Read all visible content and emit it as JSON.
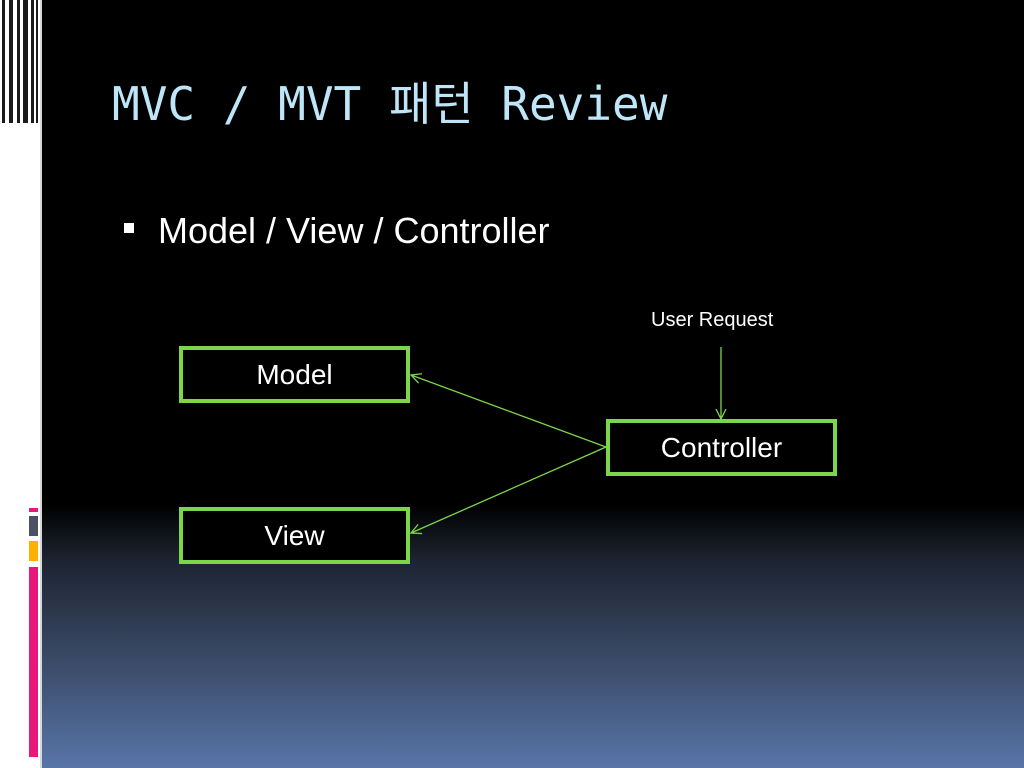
{
  "slide": {
    "title": "MVC / MVT 패턴 Review",
    "bullet": "Model / View / Controller"
  },
  "diagram": {
    "user_request_label": "User Request",
    "nodes": {
      "model": "Model",
      "view": "View",
      "controller": "Controller"
    },
    "edges": [
      {
        "from": "controller",
        "to": "model"
      },
      {
        "from": "controller",
        "to": "view"
      },
      {
        "from": "user-request",
        "to": "controller"
      }
    ]
  },
  "colors": {
    "title": "#bfe6f8",
    "box_border": "#7dd64a",
    "arrow": "#7dd64a",
    "accent_gray": "#4a5263",
    "accent_gold": "#ffb000",
    "accent_pink": "#e8187a"
  }
}
